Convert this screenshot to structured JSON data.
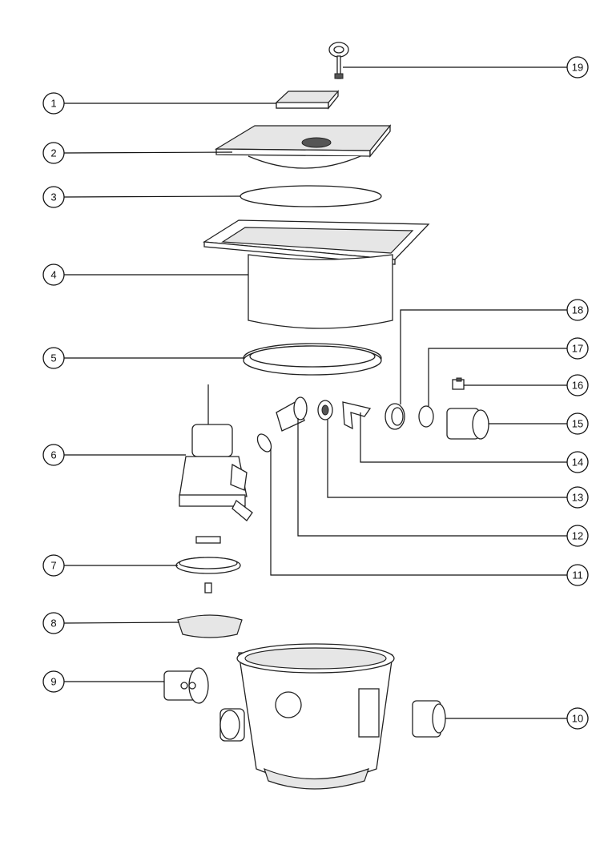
{
  "diagram": {
    "type": "exploded-parts-view",
    "callouts": [
      "1",
      "2",
      "3",
      "4",
      "5",
      "6",
      "7",
      "8",
      "9",
      "10",
      "11",
      "12",
      "13",
      "14",
      "15",
      "16",
      "17",
      "18",
      "19"
    ],
    "colors": {
      "line": "#111111",
      "background": "#ffffff"
    }
  }
}
